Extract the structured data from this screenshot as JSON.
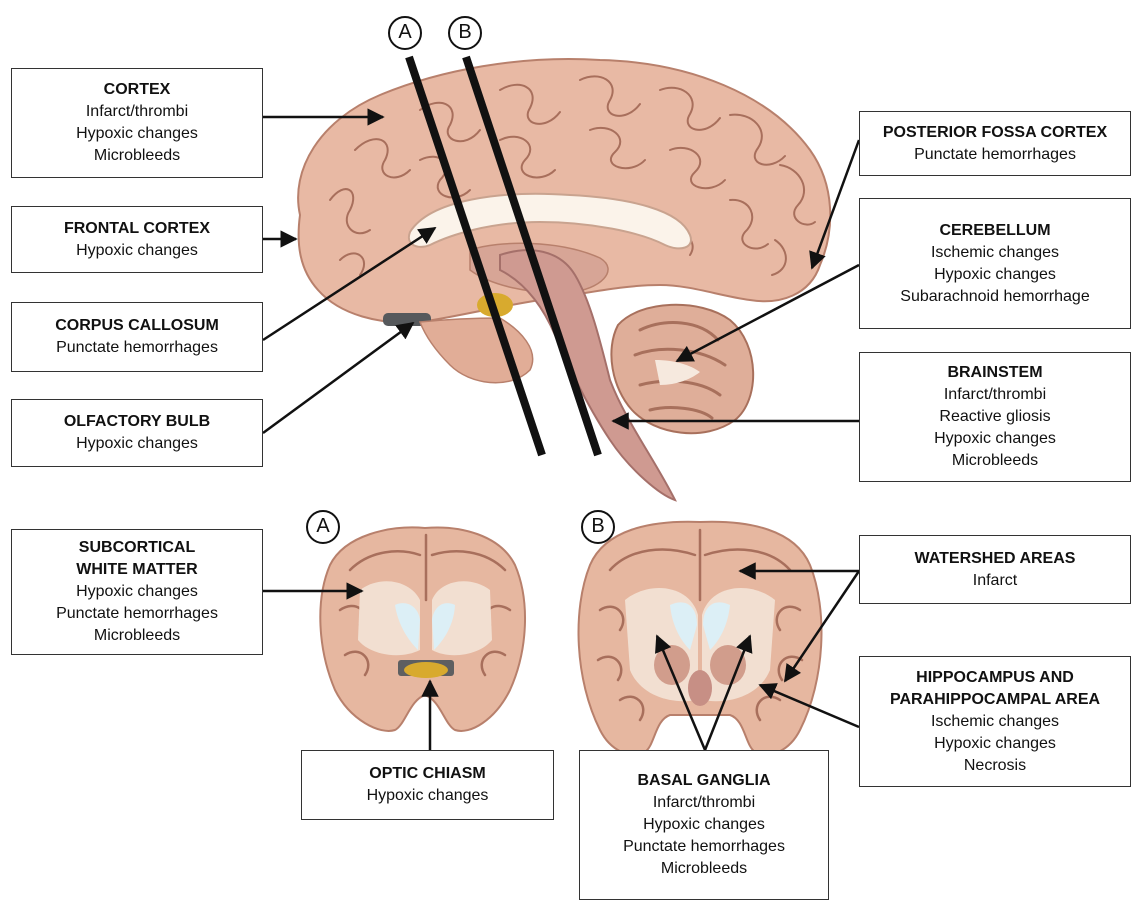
{
  "section_markers": {
    "a": "A",
    "b": "B"
  },
  "labels": {
    "cortex": {
      "title": "CORTEX",
      "lines": [
        "Infarct/thrombi",
        "Hypoxic changes",
        "Microbleeds"
      ]
    },
    "frontal_cortex": {
      "title": "FRONTAL CORTEX",
      "lines": [
        "Hypoxic changes"
      ]
    },
    "corpus_callosum": {
      "title": "CORPUS CALLOSUM",
      "lines": [
        "Punctate hemorrhages"
      ]
    },
    "olfactory_bulb": {
      "title": "OLFACTORY BULB",
      "lines": [
        "Hypoxic changes"
      ]
    },
    "posterior_fossa_cortex": {
      "title": "POSTERIOR FOSSA CORTEX",
      "lines": [
        "Punctate hemorrhages"
      ]
    },
    "cerebellum": {
      "title": "CEREBELLUM",
      "lines": [
        "Ischemic changes",
        "Hypoxic changes",
        "Subarachnoid hemorrhage"
      ]
    },
    "brainstem": {
      "title": "BRAINSTEM",
      "lines": [
        "Infarct/thrombi",
        "Reactive gliosis",
        "Hypoxic changes",
        "Microbleeds"
      ]
    },
    "subcortical_white_matter": {
      "title_lines": [
        "SUBCORTICAL",
        "WHITE MATTER"
      ],
      "lines": [
        "Hypoxic changes",
        "Punctate hemorrhages",
        "Microbleeds"
      ]
    },
    "optic_chiasm": {
      "title": "OPTIC CHIASM",
      "lines": [
        "Hypoxic changes"
      ]
    },
    "watershed_areas": {
      "title": "WATERSHED AREAS",
      "lines": [
        "Infarct"
      ]
    },
    "hippocampus": {
      "title_lines": [
        "HIPPOCAMPUS AND",
        "PARAHIPPOCAMPAL AREA"
      ],
      "lines": [
        "Ischemic changes",
        "Hypoxic changes",
        "Necrosis"
      ]
    },
    "basal_ganglia": {
      "title": "BASAL GANGLIA",
      "lines": [
        "Infarct/thrombi",
        "Hypoxic changes",
        "Punctate hemorrhages",
        "Microbleeds"
      ]
    }
  },
  "colors": {
    "brain_fill": "#e8b9a4",
    "brain_stroke": "#b8806c",
    "sulcus": "#a86f5c",
    "white_matter": "#f4e4d6",
    "ventricle": "#dceff6",
    "callosum": "#fbf3ea",
    "brainstem": "#cf9a91",
    "cerebellum_dark": "#a8705c",
    "chiasm": "#d8aa2e",
    "olfactory": "#56595c",
    "line": "#111111"
  }
}
